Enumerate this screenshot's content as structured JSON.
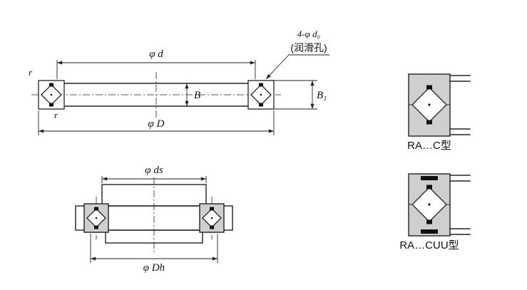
{
  "diagram": {
    "section_view": {
      "dim_phi_d": "φ d",
      "lube_hole_label": "4-φ d₀",
      "lube_hole_note": "(润滑孔)",
      "dim_B": "B",
      "dim_B1": "B₁",
      "dim_phi_D": "φ D",
      "fillet_r_top": "r",
      "fillet_r_bottom": "r"
    },
    "mounting_view": {
      "dim_phi_ds": "φ ds",
      "dim_phi_Dh": "φ Dh"
    },
    "type_figures": {
      "type_c": "RA…C型",
      "type_cuu": "RA…CUU型"
    },
    "colors": {
      "line": "#222222",
      "section_gray": "#cfcfcf",
      "background": "#ffffff"
    }
  }
}
